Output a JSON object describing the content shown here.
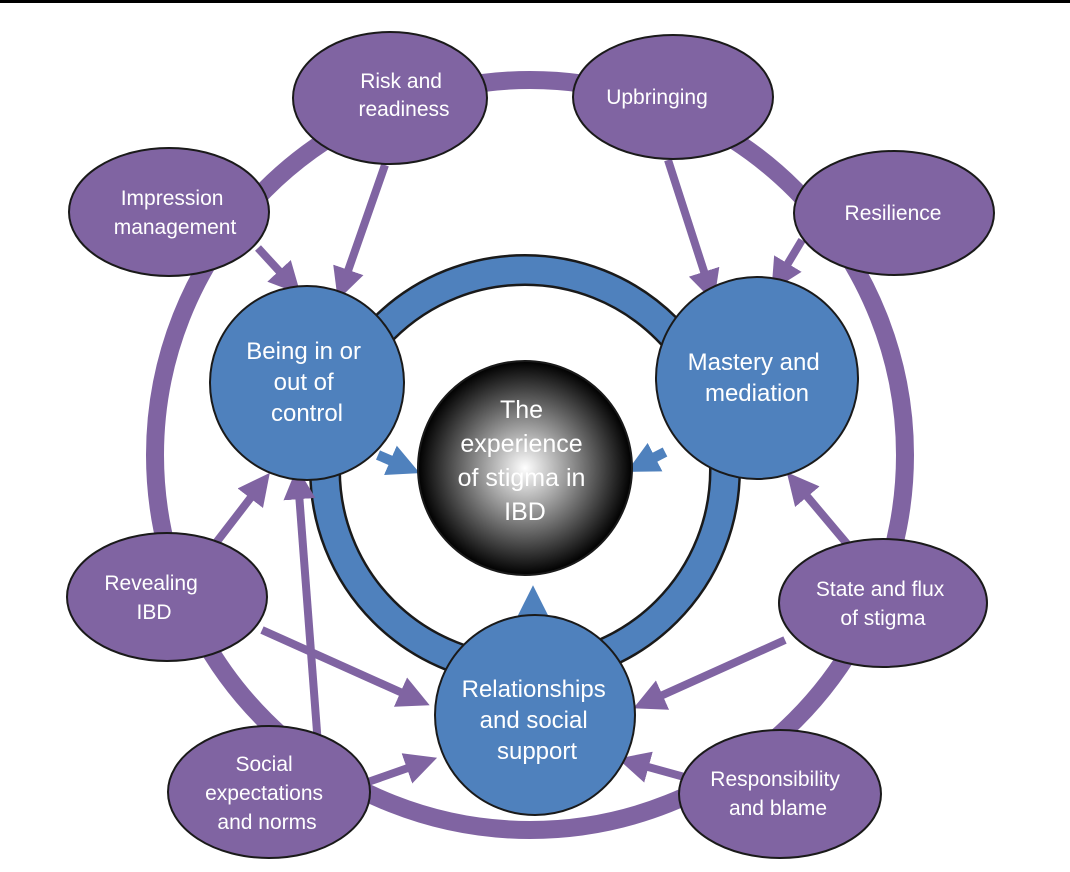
{
  "colors": {
    "outer_node": "#8064a2",
    "outer_stroke": "#1a1a1a",
    "outer_ring": "#8064a2",
    "blue_node": "#4f81bd",
    "blue_stroke": "#1a1a1a",
    "center_dark": "#000000",
    "center_light": "#ffffff",
    "purple_arrow": "#8064a2",
    "blue_arrow": "#4f81bd"
  },
  "center": {
    "lines": [
      "The",
      "experience",
      "of stigma in",
      "IBD"
    ]
  },
  "themes": {
    "control": {
      "lines": [
        "Being in or",
        "out of",
        "control"
      ]
    },
    "mastery": {
      "lines": [
        "Mastery and",
        "mediation"
      ]
    },
    "relationships": {
      "lines": [
        "Relationships",
        "and social",
        "support"
      ]
    }
  },
  "subthemes": {
    "risk": {
      "lines": [
        "Risk and",
        "readiness"
      ]
    },
    "upbringing": {
      "lines": [
        "Upbringing"
      ]
    },
    "impression": {
      "lines": [
        "Impression",
        "management"
      ]
    },
    "resilience": {
      "lines": [
        "Resilience"
      ]
    },
    "revealing": {
      "lines": [
        "Revealing",
        "IBD"
      ]
    },
    "state": {
      "lines": [
        "State and flux",
        "of stigma"
      ]
    },
    "social": {
      "lines": [
        "Social",
        "expectations",
        "and norms"
      ]
    },
    "responsibility": {
      "lines": [
        "Responsibility",
        "and blame"
      ]
    }
  }
}
